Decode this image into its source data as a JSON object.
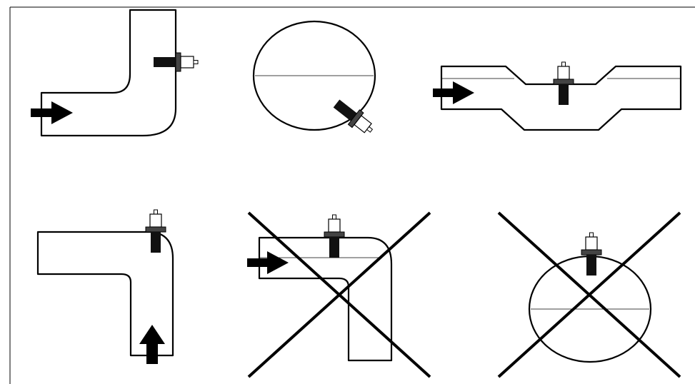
{
  "diagram": {
    "panels": [
      {
        "id": "elbow-horizontal-to-up",
        "status": "correct"
      },
      {
        "id": "tank-side-mount",
        "status": "correct"
      },
      {
        "id": "pipe-low-section-top-mount",
        "status": "correct"
      },
      {
        "id": "elbow-up-to-left",
        "status": "correct"
      },
      {
        "id": "elbow-horizontal-to-down",
        "status": "incorrect"
      },
      {
        "id": "tank-top-mount",
        "status": "incorrect"
      }
    ],
    "colors": {
      "stroke": "#000000",
      "background": "#ffffff"
    },
    "icons": {
      "flow": "flow-arrow-icon",
      "sensor": "sensor-probe-icon",
      "invalid": "cross-mark-icon"
    }
  }
}
